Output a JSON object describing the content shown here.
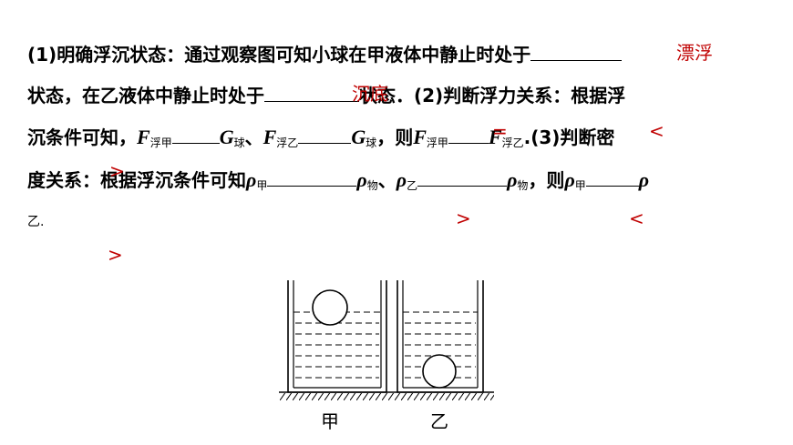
{
  "question": {
    "l1_a": "(1)明确浮沉状态：通过观察图可知小球在甲液体中静止时处于",
    "l2_a": "状态，在乙液体中静止时处于",
    "l2_b": "状态．",
    "l2_c": "(2)判断浮力关系：根据浮",
    "l3_a": "沉条件可知，",
    "F": "F",
    "G": "G",
    "rho": "ρ",
    "sub_fujia": "浮甲",
    "sub_fuyi": "浮乙",
    "sub_qiu": "球",
    "sub_jia": "甲",
    "sub_yi": "乙",
    "sub_wu": "物",
    "sep_dun": "、",
    "sep_comma_ze": "，则",
    "period": ".",
    "l3_b": "(3)判断密",
    "l4_a": "度关系：根据浮沉条件可知",
    "l4_b": "，则",
    "l5": "乙."
  },
  "answers": {
    "a1": "漂浮",
    "a2": "沉底",
    "a3": "=",
    "a4": "<",
    "a5": ">",
    "a6": ">",
    "a7": "<",
    "a8": ">"
  },
  "figure": {
    "label_jia": "甲",
    "label_yi": "乙"
  }
}
